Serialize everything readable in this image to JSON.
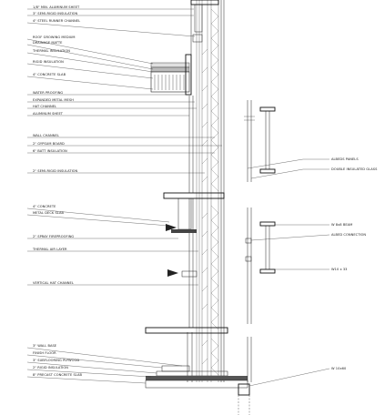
{
  "left_labels": [
    "1/8\" MIN. ALUMINUM SHEET",
    "3\" SEMI-RIGID INSULATION",
    "4\" STEEL RUNNER CHANNEL",
    "ROOF GROWING MEDIUM",
    "DRAINAGE MATTE",
    "THERMAL INSULATION",
    "RIGID INSULATION",
    "4\" CONCRETE SLAB",
    "WATER PROOFING",
    "EXPANDED METAL MESH",
    "HAT CHANNEL",
    "ALUMINUM SHEET",
    "WALL CHANNEL",
    "2\" GYPSUM BOARD",
    "6\" BATT INSULATION",
    "2\" SEMI-RIGID INSULATION",
    "4\" CONCRETE",
    "METAL DECK SLAB",
    "2\" SPRAY FIREPROOFING",
    "THERMAL AIR LAYER",
    "VERTICAL HAT CHANNEL",
    "3\" WALL BASE",
    "FINISH FLOOR",
    "3\" SUBFLOORING PLYWOOD",
    "2\" RIGID INSULATION",
    "8\" PRECAST CONCRETE SLAB"
  ],
  "right_labels": [
    "ALBEDS PANELS",
    "DOUBLE INSULATED GLASS",
    "W 8x8 BEAM",
    "ALBED CONNECTION",
    "W10 x 33",
    "W 10x60"
  ]
}
